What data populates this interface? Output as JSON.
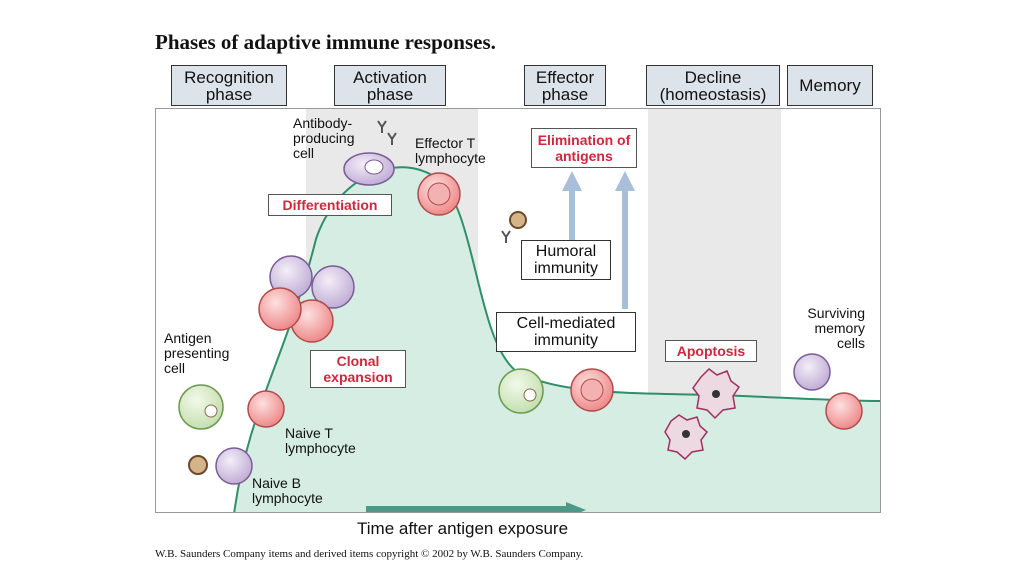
{
  "title": "Phases of adaptive immune responses.",
  "phases": [
    {
      "label": "Recognition phase"
    },
    {
      "label": "Activation phase"
    },
    {
      "label": "Effector phase"
    },
    {
      "label": "Decline (homeostasis)"
    },
    {
      "label": "Memory"
    }
  ],
  "labels": {
    "antibody_cell": "Antibody-producing cell",
    "effector_t": "Effector T lymphocyte",
    "antigen_presenting": "Antigen presenting cell",
    "naive_t": "Naive T lymphocyte",
    "naive_b": "Naive B lymphocyte",
    "surviving_memory": "Surviving memory cells"
  },
  "processes": {
    "differentiation": "Differentiation",
    "clonal_expansion": "Clonal expansion",
    "elimination": "Elimination of antigens",
    "apoptosis": "Apoptosis"
  },
  "immunity": {
    "humoral": "Humoral immunity",
    "cell_mediated": "Cell-mediated immunity"
  },
  "x_axis_label": "Time after antigen exposure",
  "copyright": "W.B. Saunders Company items and derived items copyright © 2002 by W.B. Saunders Company.",
  "colors": {
    "curve_fill": "#d5ede3",
    "curve_stroke": "#2f8f6a",
    "shaded_band": "#e9e9e9",
    "red_text": "#d2263f",
    "phase_box": "#dde3ea",
    "arrow_blue": "#a7bfd8",
    "t_cell": "#f09a9a",
    "b_cell": "#d7c7e3"
  }
}
